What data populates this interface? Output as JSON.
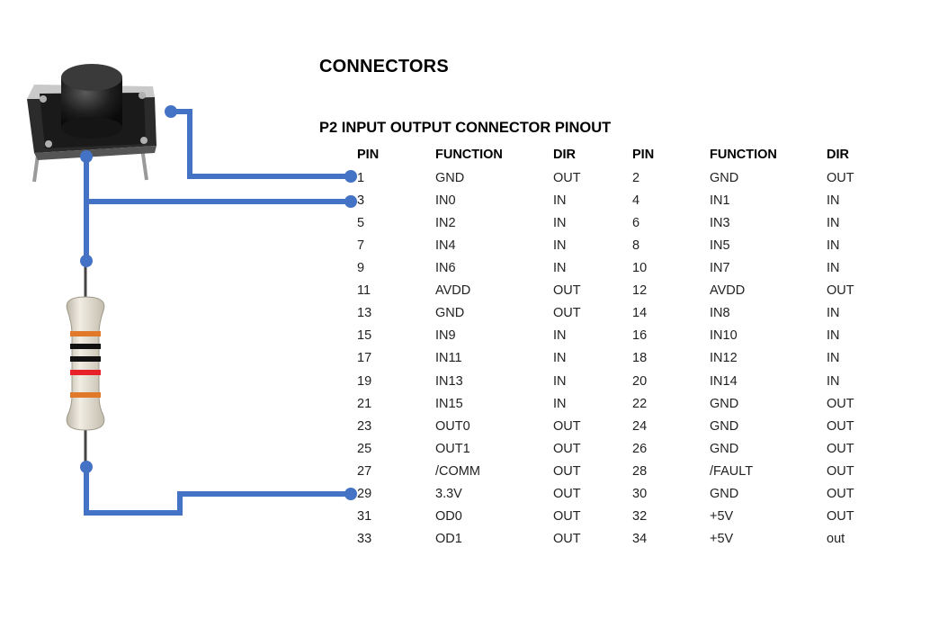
{
  "title": "CONNECTORS",
  "subtitle": "P2 INPUT OUTPUT CONNECTOR PINOUT",
  "headers": [
    "PIN",
    "FUNCTION",
    "DIR",
    "PIN",
    "FUNCTION",
    "DIR"
  ],
  "rows": [
    [
      "1",
      "GND",
      "OUT",
      "2",
      "GND",
      "OUT"
    ],
    [
      "3",
      "IN0",
      "IN",
      "4",
      "IN1",
      "IN"
    ],
    [
      "5",
      "IN2",
      "IN",
      "6",
      "IN3",
      "IN"
    ],
    [
      "7",
      "IN4",
      "IN",
      "8",
      "IN5",
      "IN"
    ],
    [
      "9",
      "IN6",
      "IN",
      "10",
      "IN7",
      "IN"
    ],
    [
      "11",
      "AVDD",
      "OUT",
      "12",
      "AVDD",
      "OUT"
    ],
    [
      "13",
      "GND",
      "OUT",
      "14",
      "IN8",
      "IN"
    ],
    [
      "15",
      "IN9",
      "IN",
      "16",
      "IN10",
      "IN"
    ],
    [
      "17",
      "IN11",
      "IN",
      "18",
      "IN12",
      "IN"
    ],
    [
      "19",
      "IN13",
      "IN",
      "20",
      "IN14",
      "IN"
    ],
    [
      "21",
      "IN15",
      "IN",
      "22",
      "GND",
      "OUT"
    ],
    [
      "23",
      "OUT0",
      "OUT",
      "24",
      "GND",
      "OUT"
    ],
    [
      "25",
      "OUT1",
      "OUT",
      "26",
      "GND",
      "OUT"
    ],
    [
      "27",
      "/COMM",
      "OUT",
      "28",
      "/FAULT",
      "OUT"
    ],
    [
      "29",
      "3.3V",
      "OUT",
      "30",
      "GND",
      "OUT"
    ],
    [
      "31",
      "OD0",
      "OUT",
      "32",
      "+5V",
      "OUT"
    ],
    [
      "33",
      "OD1",
      "OUT",
      "34",
      "+5V",
      "out"
    ]
  ],
  "colors": {
    "wire": "#4472c4",
    "resistor_bands": [
      "#e07a2a",
      "#111111",
      "#111111",
      "#e8202a",
      "#e07a2a"
    ]
  },
  "icons": [
    "push-button-switch",
    "resistor"
  ]
}
